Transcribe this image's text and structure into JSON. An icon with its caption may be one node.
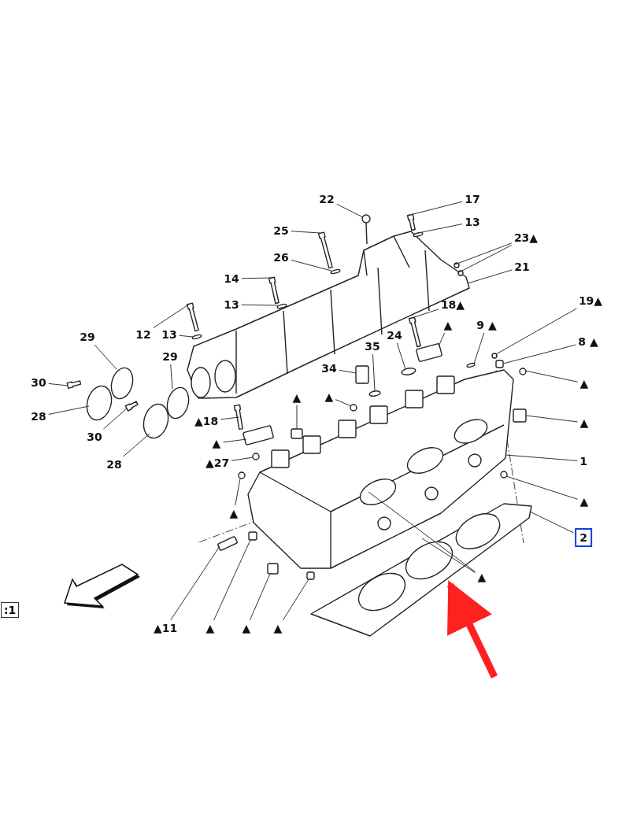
{
  "diagram": {
    "nodes": [
      {
        "text": [
          "22"
        ]
      },
      {
        "text": [
          "17"
        ]
      },
      {
        "text": [
          "13"
        ]
      },
      {
        "text": [
          "25"
        ]
      },
      {
        "text": [
          "23▲"
        ]
      },
      {
        "text": [
          "26"
        ]
      },
      {
        "text": [
          "21"
        ]
      },
      {
        "text": [
          "14"
        ]
      },
      {
        "text": [
          "13"
        ]
      },
      {
        "text": [
          "18▲"
        ]
      },
      {
        "text": [
          "19▲"
        ]
      },
      {
        "text": [
          "9 ▲"
        ]
      },
      {
        "text": [
          "▲"
        ]
      },
      {
        "text": [
          "12"
        ]
      },
      {
        "text": [
          "13"
        ]
      },
      {
        "text": [
          "29"
        ]
      },
      {
        "text": [
          "24"
        ]
      },
      {
        "text": [
          "35"
        ]
      },
      {
        "text": [
          "8 ▲"
        ]
      },
      {
        "text": [
          "29"
        ]
      },
      {
        "text": [
          "34"
        ]
      },
      {
        "text": [
          "30"
        ]
      },
      {
        "text": [
          "▲"
        ]
      },
      {
        "text": [
          "▲"
        ]
      },
      {
        "text": [
          "▲"
        ]
      },
      {
        "text": [
          "28"
        ]
      },
      {
        "text": [
          "▲"
        ]
      },
      {
        "text": [
          "▲18"
        ]
      },
      {
        "text": [
          "30"
        ]
      },
      {
        "text": [
          "▲"
        ]
      },
      {
        "text": [
          "▲27"
        ]
      },
      {
        "text": [
          "28"
        ]
      },
      {
        "text": [
          "1"
        ]
      },
      {
        "text": [
          "▲"
        ]
      },
      {
        "text": [
          "▲"
        ]
      },
      {
        "text": [
          "2"
        ]
      },
      {
        "text": [
          "▲"
        ]
      },
      {
        "text": [
          "▲11"
        ]
      },
      {
        "text": [
          "▲"
        ]
      },
      {
        "text": [
          "▲"
        ]
      },
      {
        "text": [
          "▲"
        ]
      },
      {
        "text": [],
        "shape": "picture"
      },
      {
        "text": [],
        "shape": "picture"
      },
      {
        "text": [],
        "shape": "picture"
      },
      {
        "text": [],
        "shape": "picture"
      },
      {
        "text": [],
        "shape": "picture"
      },
      {
        "text": [],
        "shape": "circle"
      },
      {
        "text": [],
        "shape": "picture"
      },
      {
        "text": [],
        "shape": "circle"
      },
      {
        "text": [],
        "shape": "circle"
      },
      {
        "text": [],
        "shape": "circle"
      },
      {
        "text": [],
        "shape": "picture"
      },
      {
        "text": [],
        "shape": "circle"
      },
      {
        "text": [],
        "shape": "picture"
      },
      {
        "text": [],
        "shape": "circle"
      },
      {
        "text": [],
        "shape": "circle"
      },
      {
        "text": [],
        "shape": "box"
      },
      {
        "text": [],
        "shape": "picture"
      },
      {
        "text": [],
        "shape": "circle"
      },
      {
        "text": [],
        "shape": "circle"
      },
      {
        "text": [],
        "shape": "circle"
      },
      {
        "text": [],
        "shape": "circle"
      },
      {
        "text": [],
        "shape": "box"
      },
      {
        "text": [],
        "shape": "circle"
      },
      {
        "text": [],
        "shape": "box"
      },
      {
        "text": [],
        "shape": "picture"
      },
      {
        "text": [],
        "shape": "circle"
      },
      {
        "text": [],
        "shape": "box"
      },
      {
        "text": [],
        "shape": "circle"
      },
      {
        "text": [],
        "shape": "circle"
      },
      {
        "text": [],
        "shape": "box"
      },
      {
        "text": [],
        "shape": "picture"
      },
      {
        "text": [],
        "shape": "picture"
      },
      {
        "text": [],
        "shape": "box"
      },
      {
        "text": [],
        "shape": "circle"
      },
      {
        "text": [],
        "shape": "circle"
      },
      {
        "text": [],
        "shape": "circle"
      },
      {
        "text": [],
        "shape": "circle"
      },
      {
        "text": [],
        "shape": "box"
      },
      {
        "text": [],
        "shape": "box"
      },
      {
        "text": [],
        "shape": "box"
      },
      {
        "text": [],
        "shape": "box"
      }
    ],
    "edges": [
      {
        "from": 0,
        "to": 44,
        "arrow": "none"
      },
      {
        "from": 1,
        "to": 45,
        "arrow": "none"
      },
      {
        "from": 2,
        "to": 46,
        "arrow": "none"
      },
      {
        "from": 3,
        "to": 47,
        "arrow": "none"
      },
      {
        "from": 4,
        "to": 48,
        "arrow": "none"
      },
      {
        "from": 4,
        "to": 49,
        "arrow": "none"
      },
      {
        "from": 5,
        "to": 50,
        "arrow": "none"
      },
      {
        "from": 6,
        "to": 43,
        "arrow": "none"
      },
      {
        "from": 7,
        "to": 51,
        "arrow": "none"
      },
      {
        "from": 8,
        "to": 52,
        "arrow": "none"
      },
      {
        "from": 9,
        "to": 53,
        "arrow": "none"
      },
      {
        "from": 10,
        "to": 54,
        "arrow": "none"
      },
      {
        "from": 11,
        "to": 55,
        "arrow": "none"
      },
      {
        "from": 12,
        "to": 56,
        "arrow": "none"
      },
      {
        "from": 13,
        "to": 57,
        "arrow": "none"
      },
      {
        "from": 14,
        "to": 58,
        "arrow": "none"
      },
      {
        "from": 15,
        "to": 59,
        "arrow": "none"
      },
      {
        "from": 16,
        "to": 60,
        "arrow": "none"
      },
      {
        "from": 17,
        "to": 61,
        "arrow": "none"
      },
      {
        "from": 18,
        "to": 62,
        "arrow": "none"
      },
      {
        "from": 19,
        "to": 63,
        "arrow": "none"
      },
      {
        "from": 20,
        "to": 64,
        "arrow": "none"
      },
      {
        "from": 21,
        "to": 65,
        "arrow": "none"
      },
      {
        "from": 22,
        "to": 66,
        "arrow": "none"
      },
      {
        "from": 23,
        "to": 67,
        "arrow": "none"
      },
      {
        "from": 24,
        "to": 68,
        "arrow": "none"
      },
      {
        "from": 25,
        "to": 69,
        "arrow": "none"
      },
      {
        "from": 26,
        "to": 70,
        "arrow": "none"
      },
      {
        "from": 27,
        "to": 71,
        "arrow": "none"
      },
      {
        "from": 28,
        "to": 72,
        "arrow": "none"
      },
      {
        "from": 29,
        "to": 73,
        "arrow": "none"
      },
      {
        "from": 30,
        "to": 74,
        "arrow": "none"
      },
      {
        "from": 31,
        "to": 75,
        "arrow": "none"
      },
      {
        "from": 32,
        "to": 42,
        "arrow": "none"
      },
      {
        "from": 33,
        "to": 76,
        "arrow": "none"
      },
      {
        "from": 34,
        "to": 77,
        "arrow": "none"
      },
      {
        "from": 35,
        "to": 41,
        "arrow": "none"
      },
      {
        "from": 36,
        "to": 42,
        "arrow": "none"
      },
      {
        "from": 36,
        "to": 42,
        "arrow": "none"
      },
      {
        "from": 37,
        "to": 78,
        "arrow": "none"
      },
      {
        "from": 38,
        "to": 79,
        "arrow": "none"
      },
      {
        "from": 39,
        "to": 80,
        "arrow": "none"
      },
      {
        "from": 40,
        "to": 81,
        "arrow": "none"
      },
      {
        "from": null,
        "to": 41,
        "arrow": "to",
        "style": "thick",
        "color": "#ff2020"
      }
    ],
    "labels": [
      ":1"
    ]
  }
}
